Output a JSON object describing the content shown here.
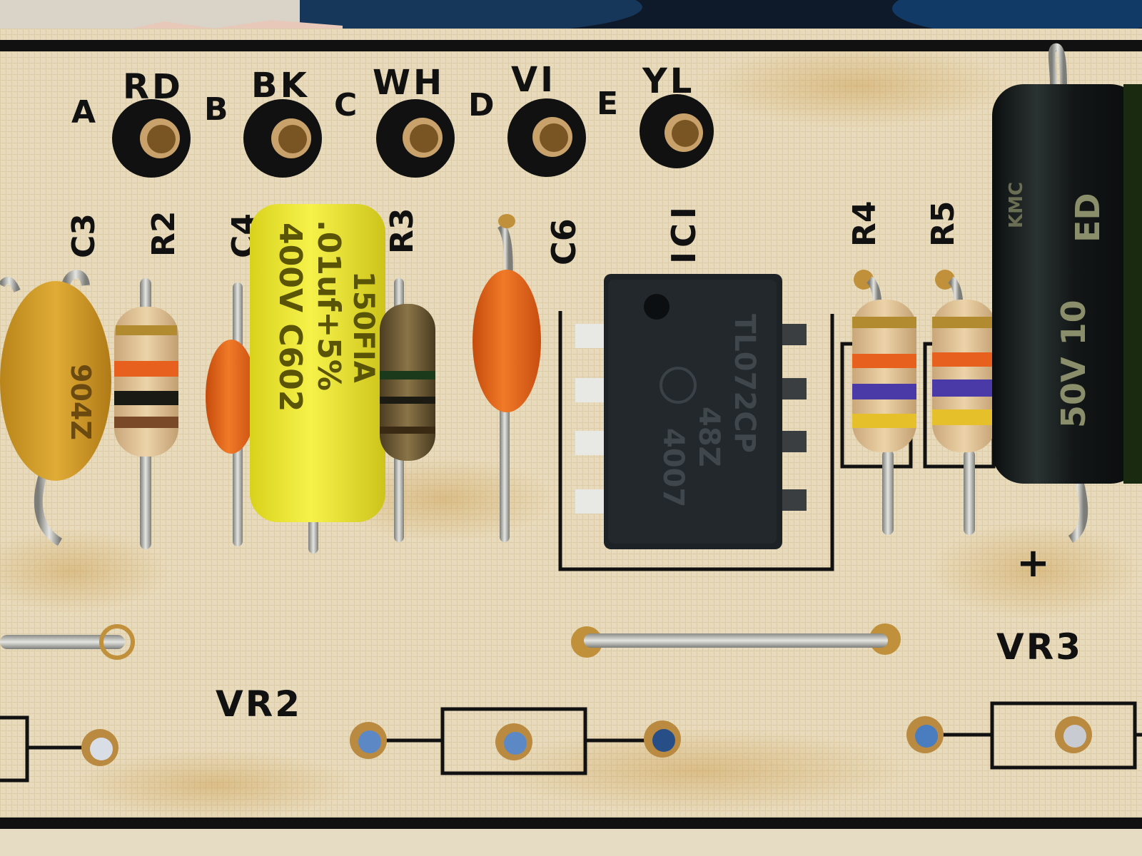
{
  "board": {
    "pad_labels": {
      "a": "A",
      "rd": "RD",
      "b": "B",
      "bk": "BK",
      "c": "C",
      "wh": "WH",
      "d": "D",
      "vi": "VI",
      "e": "E",
      "yl": "YL"
    },
    "ref_labels": {
      "c3": "C3",
      "r2": "R2",
      "c4": "C4",
      "r3": "R3",
      "c6": "C6",
      "ic1": "ICI",
      "r4": "R4",
      "r5": "R5",
      "vr2": "VR2",
      "vr3": "VR3",
      "plus": "+"
    }
  },
  "components": {
    "c3_marking": "904Z",
    "c602": {
      "line1": ".01uf+5%",
      "line2": "400V C602",
      "line3": "150FIA"
    },
    "ic1": {
      "line1": "TL072CP",
      "line2": "48Z",
      "line3": "4007"
    },
    "electrolytic": {
      "line1": "50V 10",
      "line2": "ED",
      "brand": "KMC"
    }
  },
  "colors": {
    "board": "#e9dcc0",
    "silkscreen": "#111111",
    "yellow_cap": "#f0ec3a",
    "orange_cap": "#e86a1a",
    "ochre_cap": "#d8a22a",
    "ic_body": "#1d2226",
    "electrolytic": "#141818"
  }
}
